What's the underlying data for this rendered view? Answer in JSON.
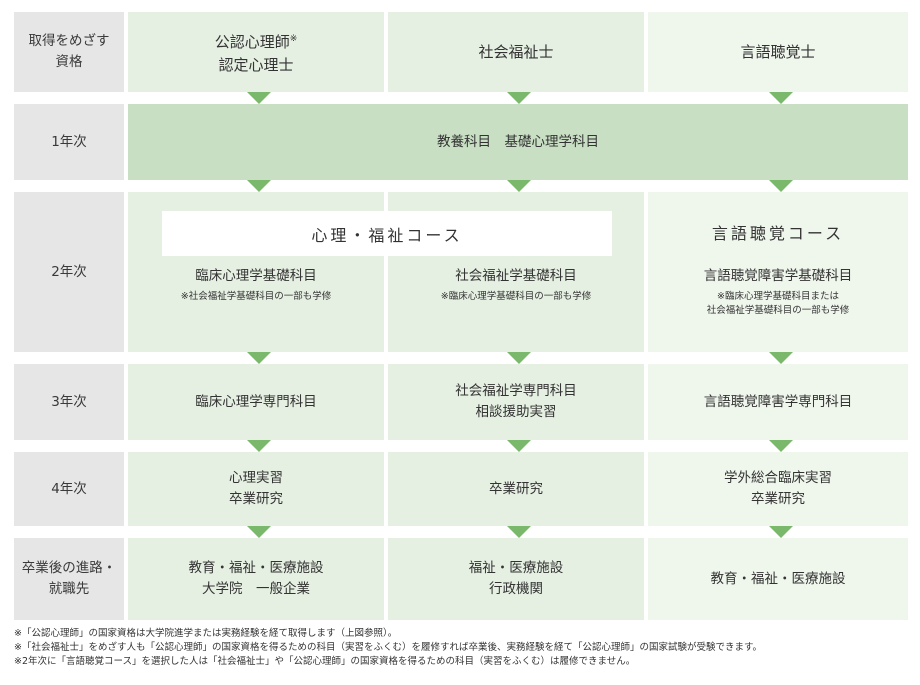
{
  "header": {
    "label": [
      "取得をめざす",
      "資格"
    ],
    "col1": [
      "公認心理師",
      "認定心理士"
    ],
    "col1_mark": "※",
    "col2": "社会福祉士",
    "col3": "言語聴覚士"
  },
  "year1": {
    "label": "1年次",
    "content": "教養科目　基礎心理学科目"
  },
  "year2": {
    "label": "2年次",
    "course_a": "心理・福祉コース",
    "course_b": "言語聴覚コース",
    "col1": {
      "main": "臨床心理学基礎科目",
      "note": "※社会福祉学基礎科目の一部も学修"
    },
    "col2": {
      "main": "社会福祉学基礎科目",
      "note": "※臨床心理学基礎科目の一部も学修"
    },
    "col3": {
      "main": "言語聴覚障害学基礎科目",
      "note": [
        "※臨床心理学基礎科目または",
        "社会福祉学基礎科目の一部も学修"
      ]
    }
  },
  "year3": {
    "label": "3年次",
    "col1": "臨床心理学専門科目",
    "col2": [
      "社会福祉学専門科目",
      "相談援助実習"
    ],
    "col3": "言語聴覚障害学専門科目"
  },
  "year4": {
    "label": "4年次",
    "col1": [
      "心理実習",
      "卒業研究"
    ],
    "col2": "卒業研究",
    "col3": [
      "学外総合臨床実習",
      "卒業研究"
    ]
  },
  "career": {
    "label": [
      "卒業後の進路・",
      "就職先"
    ],
    "col1": [
      "教育・福祉・医療施設",
      "大学院　一般企業"
    ],
    "col2": [
      "福祉・医療施設",
      "行政機関"
    ],
    "col3": "教育・福祉・医療施設"
  },
  "footnotes": [
    "※「公認心理師」の国家資格は大学院進学または実務経験を経て取得します（上図参照）。",
    "※「社会福祉士」をめざす人も「公認心理師」の国家資格を得るための科目（実習をふくむ）を履修すれば卒業後、実務経験を経て「公認心理師」の国家試験が受験できます。",
    "※2年次に「言語聴覚コース」を選択した人は「社会福祉士」や「公認心理師」の国家資格を得るための科目（実習をふくむ）は履修できません。"
  ],
  "colors": {
    "arrow": "#7ab86c",
    "label_bg": "#e6e6e6",
    "cell_bg": "#e5efe2",
    "cell_bg_light": "#eff6ec",
    "year1_bg": "#c9dfc4"
  }
}
